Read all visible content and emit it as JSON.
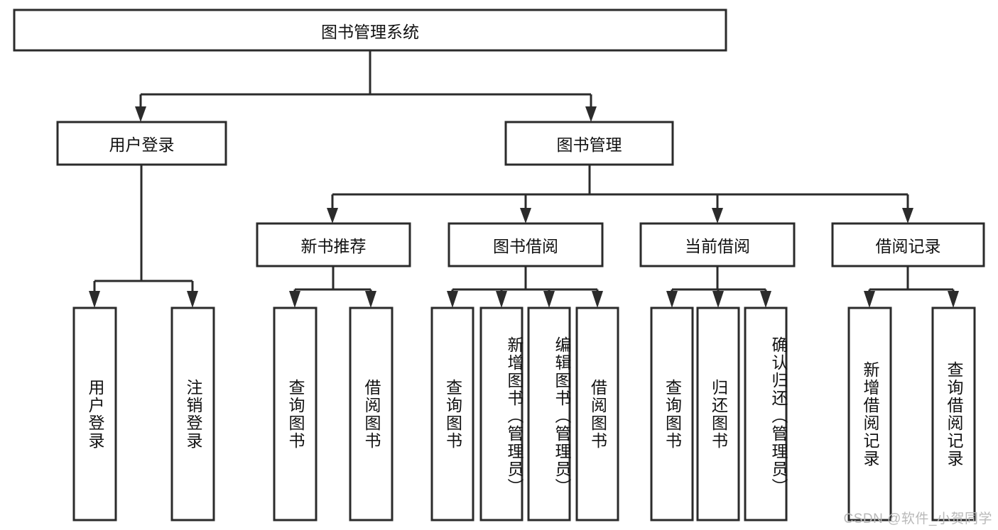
{
  "diagram": {
    "type": "tree-hierarchy",
    "title": "图书管理系统",
    "orientation": "top-down",
    "watermark": "CSDN @软件_小贺同学",
    "colors": {
      "box_fill": "#ffffff",
      "box_stroke": "#2b2b2b",
      "connector": "#2b2b2b",
      "text": "#111111",
      "background": "#ffffff",
      "watermark": "#b9b9b9"
    },
    "root": {
      "label": "图书管理系统",
      "level": 0
    },
    "level1": [
      {
        "label": "用户登录"
      },
      {
        "label": "图书管理"
      }
    ],
    "level2": [
      {
        "label": "新书推荐",
        "parent": "图书管理"
      },
      {
        "label": "图书借阅",
        "parent": "图书管理"
      },
      {
        "label": "当前借阅",
        "parent": "图书管理"
      },
      {
        "label": "借阅记录",
        "parent": "图书管理"
      }
    ],
    "leaves": {
      "用户登录": [
        {
          "label": "用户登录"
        },
        {
          "label": "注销登录"
        }
      ],
      "新书推荐": [
        {
          "label": "查询图书"
        },
        {
          "label": "借阅图书"
        }
      ],
      "图书借阅": [
        {
          "label": "查询图书"
        },
        {
          "label": "新增图书（管理员）"
        },
        {
          "label": "编辑图书（管理员）"
        },
        {
          "label": "借阅图书"
        }
      ],
      "当前借阅": [
        {
          "label": "查询图书"
        },
        {
          "label": "归还图书"
        },
        {
          "label": "确认归还（管理员）"
        }
      ],
      "借阅记录": [
        {
          "label": "新增借阅记录"
        },
        {
          "label": "查询借阅记录"
        }
      ]
    }
  }
}
